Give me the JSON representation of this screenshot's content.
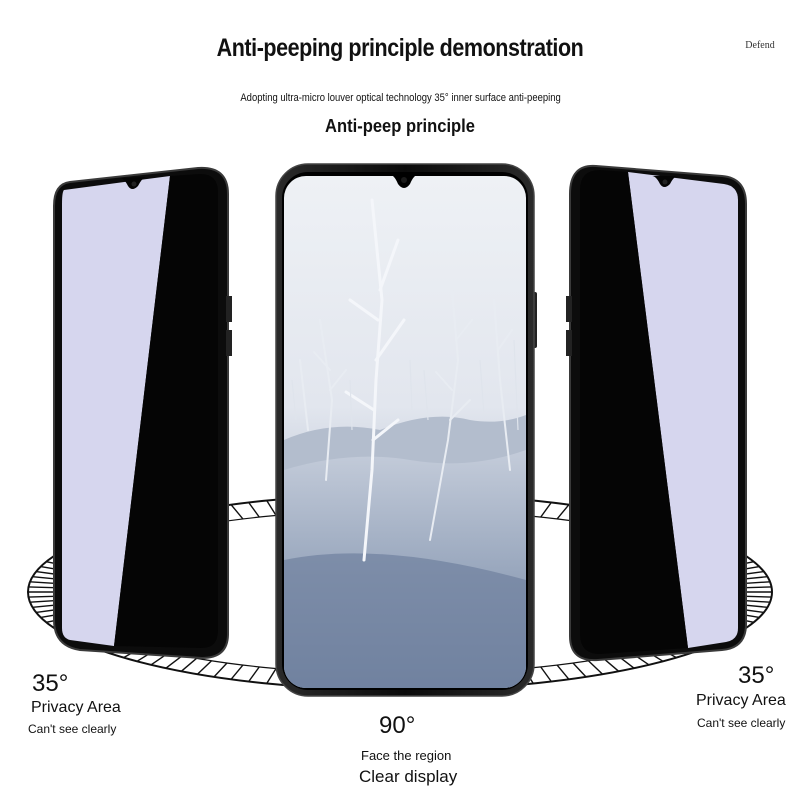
{
  "header": {
    "title": "Anti-peeping principle demonstration",
    "brand": "Defend",
    "subtitle": "Adopting ultra-micro louver optical technology 35° inner surface anti-peeping",
    "section_title": "Anti-peep principle"
  },
  "left_phone": {
    "angle": "35°",
    "label": "Privacy Area",
    "caption": "Can't see clearly"
  },
  "center_phone": {
    "angle": "90°",
    "label": "Face the region",
    "caption": "Clear display"
  },
  "right_phone": {
    "angle": "35°",
    "label": "Privacy Area",
    "caption": "Can't see clearly"
  },
  "colors": {
    "privacy_screen": "#d6d6ee",
    "black_band": "#050505",
    "sky": "#e6eaf0",
    "snow": "#8c9ab2",
    "frame": "#111111"
  }
}
